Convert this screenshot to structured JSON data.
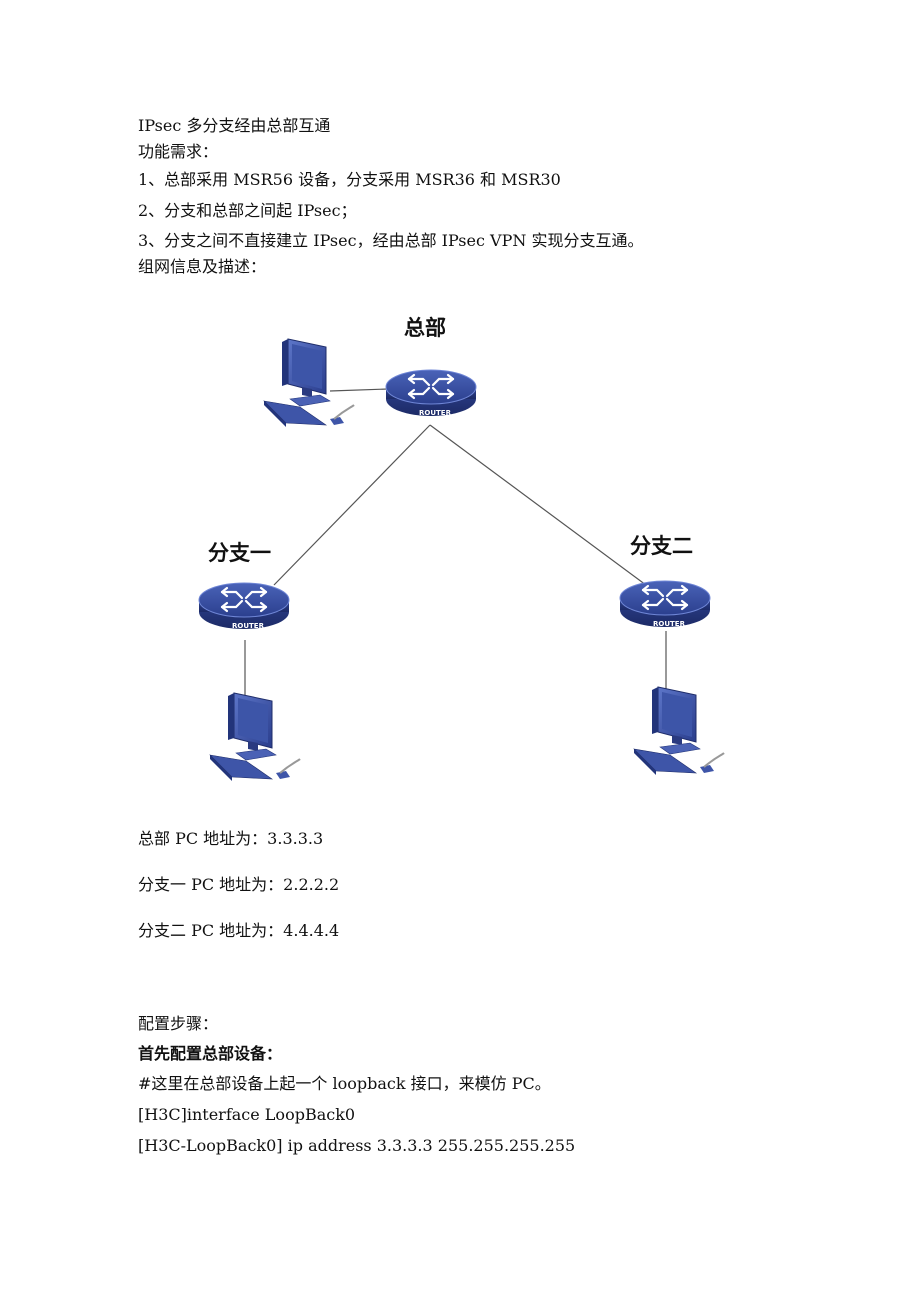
{
  "doc": {
    "title": "IPsec 多分支经由总部互通",
    "req_heading": "功能需求：",
    "req": [
      "1、总部采用 MSR56 设备，分支采用 MSR36 和 MSR30",
      "2、分支和总部之间起 IPsec；",
      "3、分支之间不直接建立 IPsec，经由总部 IPsec VPN 实现分支互通。"
    ],
    "net_heading": "组网信息及描述："
  },
  "diagram": {
    "hq_label": "总部",
    "branch1_label": "分支一",
    "branch2_label": "分支二",
    "router_text": "ROUTER"
  },
  "addresses": [
    "总部 PC 地址为：3.3.3.3",
    "分支一 PC 地址为：2.2.2.2",
    "分支二 PC 地址为：4.4.4.4"
  ],
  "config": {
    "heading": "配置步骤：",
    "first": "首先配置总部设备：",
    "comment": "#这里在总部设备上起一个 loopback 接口，来模仿 PC。",
    "cmd1": "[H3C]interface LoopBack0",
    "cmd2": "[H3C-LoopBack0] ip address 3.3.3.3 255.255.255.255"
  }
}
